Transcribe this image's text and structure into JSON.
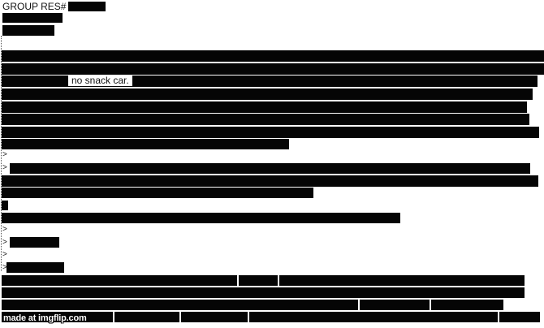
{
  "document": {
    "header_label": "GROUP RES#",
    "visible_phrase": "no snack car.",
    "quote_marker": ">",
    "redaction_color": "#050505",
    "background_color": "#ffffff"
  },
  "watermark": "made at imgflip.com"
}
